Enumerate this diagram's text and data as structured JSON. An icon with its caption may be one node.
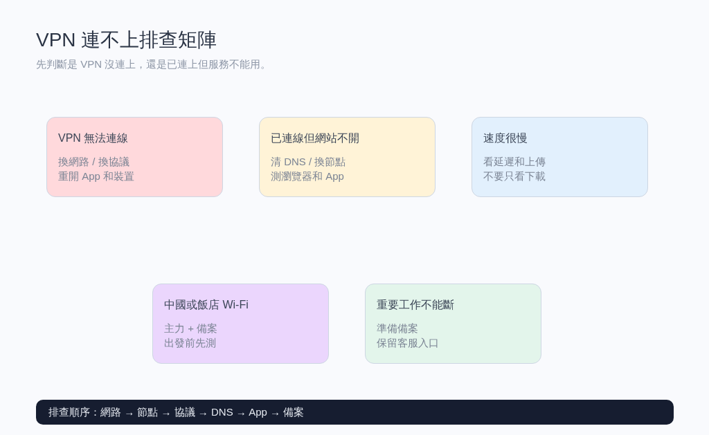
{
  "diagram": {
    "title": "VPN 連不上排查矩陣",
    "labels": [
      "先判斷是 VPN 沒連上，還是已連上但服務不能用。"
    ],
    "nodes": [
      {
        "text": [
          "VPN 無法連線",
          "換網路 / 換協議",
          "重開 App 和裝置"
        ]
      },
      {
        "text": [
          "已連線但網站不開",
          "清 DNS / 換節點",
          "測瀏覽器和 App"
        ]
      },
      {
        "text": [
          "速度很慢",
          "看延遲和上傳",
          "不要只看下載"
        ]
      },
      {
        "text": [
          "中國或飯店 Wi-Fi",
          "主力 + 備案",
          "出發前先測"
        ]
      },
      {
        "text": [
          "重要工作不能斷",
          "準備備案",
          "保留客服入口"
        ]
      },
      {
        "text": [
          "排查順序：網路 → 節點 → 協議 → DNS → App → 備案"
        ]
      }
    ]
  }
}
